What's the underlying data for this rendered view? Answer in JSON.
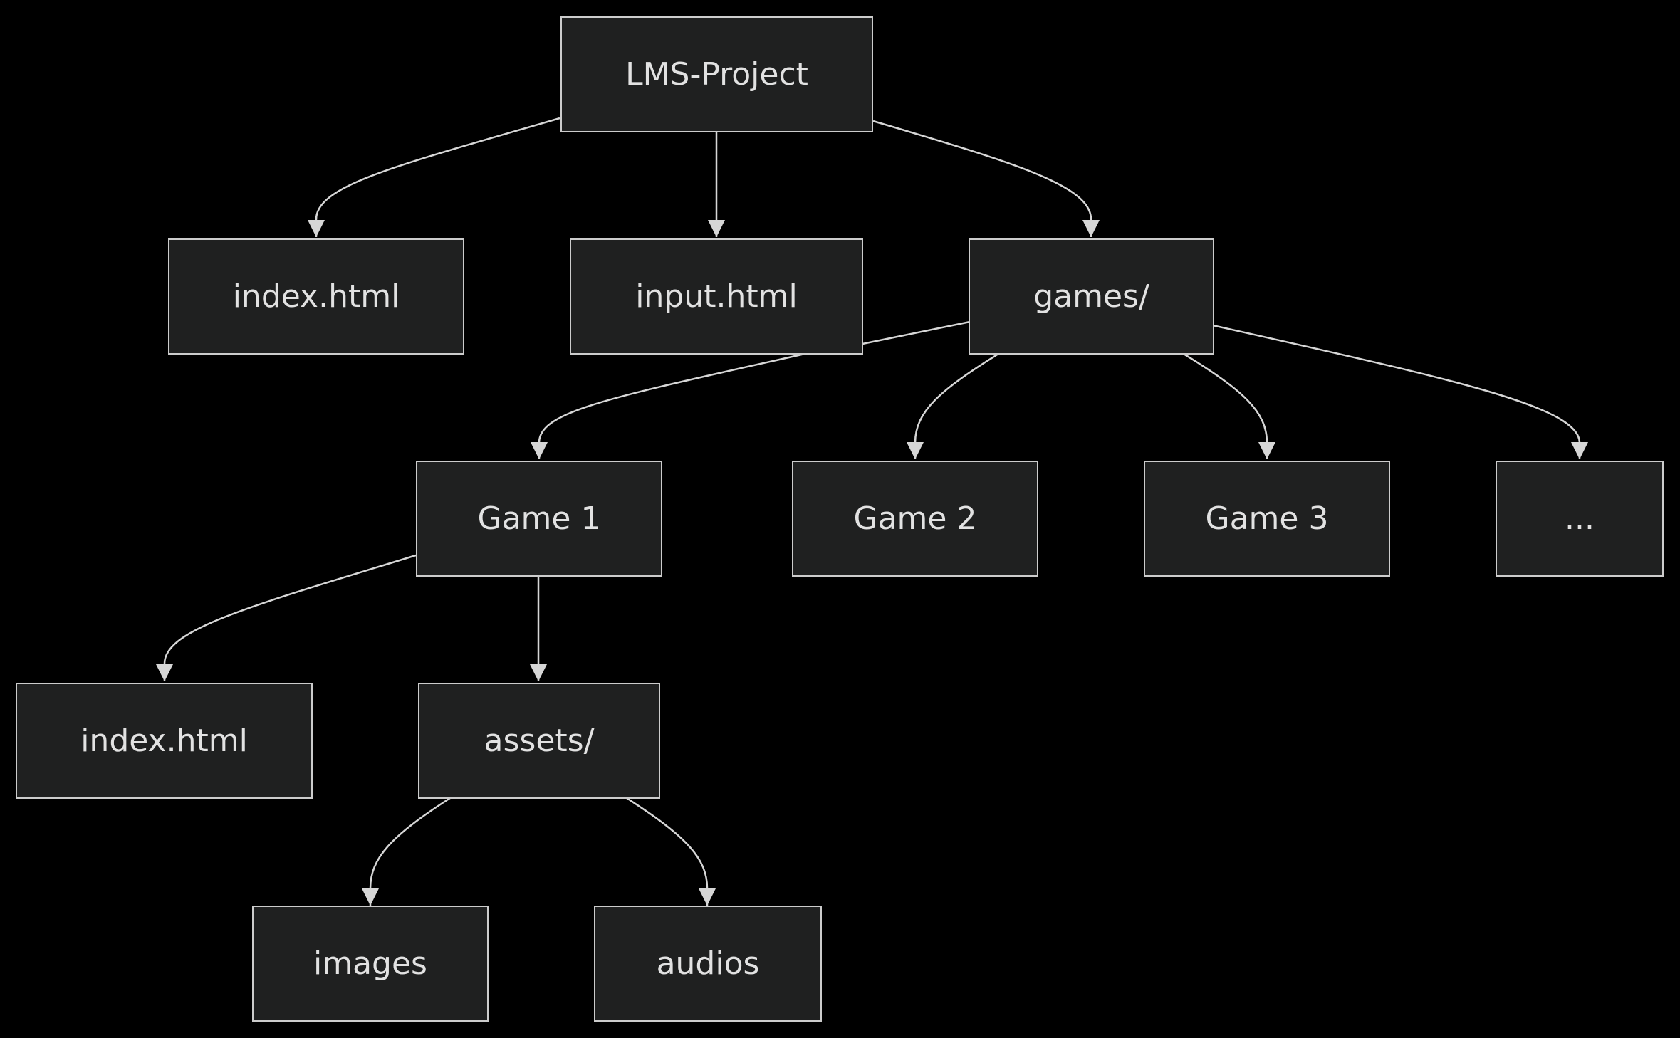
{
  "colors": {
    "background": "#000000",
    "node_fill": "#1f2020",
    "node_border": "#cccccc",
    "text": "#e2e2e2",
    "edge": "#d6d6d6"
  },
  "nodes": {
    "root": "LMS-Project",
    "index_html": "index.html",
    "input_html": "input.html",
    "games": "games/",
    "game1": "Game 1",
    "game2": "Game 2",
    "game3": "Game 3",
    "more": "...",
    "game1_index_html": "index.html",
    "assets": "assets/",
    "images": "images",
    "audios": "audios"
  },
  "edges": [
    {
      "from": "root",
      "to": "index_html"
    },
    {
      "from": "root",
      "to": "input_html"
    },
    {
      "from": "root",
      "to": "games"
    },
    {
      "from": "games",
      "to": "game1"
    },
    {
      "from": "games",
      "to": "game2"
    },
    {
      "from": "games",
      "to": "game3"
    },
    {
      "from": "games",
      "to": "more"
    },
    {
      "from": "game1",
      "to": "game1_index_html"
    },
    {
      "from": "game1",
      "to": "assets"
    },
    {
      "from": "assets",
      "to": "images"
    },
    {
      "from": "assets",
      "to": "audios"
    }
  ]
}
